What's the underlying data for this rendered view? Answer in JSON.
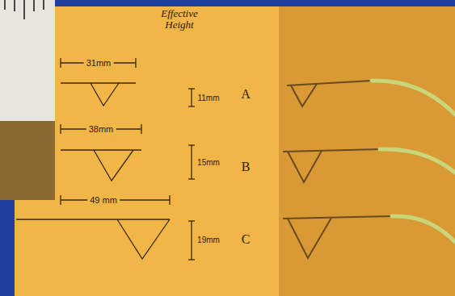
{
  "diagram": {
    "labels": [
      "31mm",
      "Effective Height",
      "11mm",
      "A",
      "38mm",
      "15mm",
      "B",
      "49 mm",
      "19mm",
      "C"
    ]
  }
}
